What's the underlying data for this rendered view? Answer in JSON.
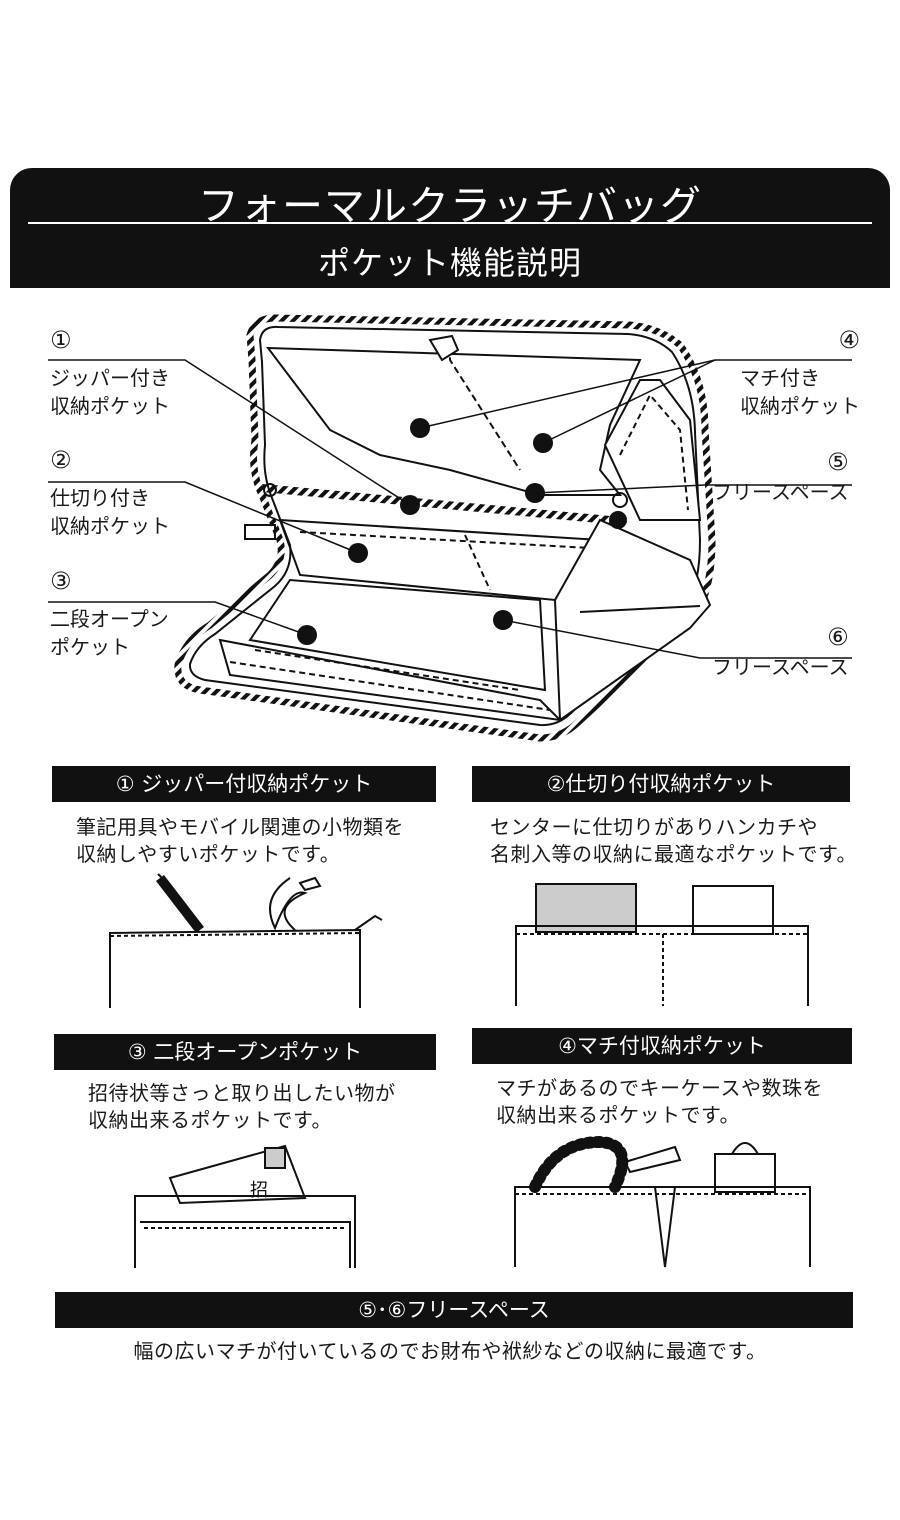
{
  "header": {
    "title": "フォーマルクラッチバッグ",
    "subtitle": "ポケット機能説明"
  },
  "callouts": [
    {
      "num": "①",
      "line1": "ジッパー付き",
      "line2": "収納ポケット"
    },
    {
      "num": "②",
      "line1": "仕切り付き",
      "line2": "収納ポケット"
    },
    {
      "num": "③",
      "line1": "二段オープン",
      "line2": "ポケット"
    },
    {
      "num": "④",
      "line1": "マチ付き",
      "line2": "収納ポケット"
    },
    {
      "num": "⑤",
      "line1": "フリースペース"
    },
    {
      "num": "⑥",
      "line1": "フリースペース"
    }
  ],
  "sections": [
    {
      "title": "① ジッパー付収納ポケット",
      "line1": "筆記用具やモバイル関連の小物類を",
      "line2": "収納しやすいポケットです。"
    },
    {
      "title": "②仕切り付収納ポケット",
      "line1": "センターに仕切りがありハンカチや",
      "line2": "名刺入等の収納に最適なポケットです。"
    },
    {
      "title": "③ 二段オープンポケット",
      "line1": "招待状等さっと取り出したい物が",
      "line2": "収納出来るポケットです。"
    },
    {
      "title": "④マチ付収納ポケット",
      "line1": "マチがあるのでキーケースや数珠を",
      "line2": "収納出来るポケットです。"
    }
  ],
  "free_space": {
    "title": "⑤･⑥フリースペース",
    "text": "幅の広いマチが付いているのでお財布や袱紗などの収納に最適です。"
  },
  "envelope_text": "招"
}
